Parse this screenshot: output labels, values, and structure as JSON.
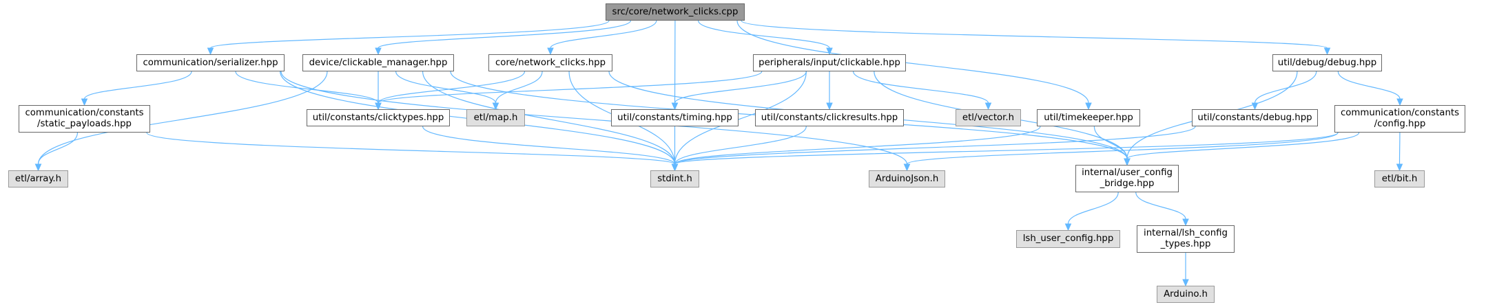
{
  "graph": {
    "title": "src/core/network_clicks.cpp include dependency graph",
    "colors": {
      "edge": "#63b8ff",
      "root_fill": "#999999",
      "node_fill": "#ffffff",
      "external_fill": "#e0e0e0",
      "node_border": "#666666"
    },
    "nodes": [
      {
        "id": "root",
        "label": "src/core/network_clicks.cpp",
        "kind": "root"
      },
      {
        "id": "serializer",
        "label": "communication/serializer.hpp",
        "kind": "file"
      },
      {
        "id": "clickable_manager",
        "label": "device/clickable_manager.hpp",
        "kind": "file"
      },
      {
        "id": "core_network_clicks",
        "label": "core/network_clicks.hpp",
        "kind": "file"
      },
      {
        "id": "clickable",
        "label": "peripherals/input/clickable.hpp",
        "kind": "file"
      },
      {
        "id": "debug",
        "label": "util/debug/debug.hpp",
        "kind": "file"
      },
      {
        "id": "static_payloads",
        "label": "communication/constants\n/static_payloads.hpp",
        "kind": "file"
      },
      {
        "id": "clicktypes",
        "label": "util/constants/clicktypes.hpp",
        "kind": "file"
      },
      {
        "id": "map",
        "label": "etl/map.h",
        "kind": "external"
      },
      {
        "id": "timing",
        "label": "util/constants/timing.hpp",
        "kind": "file"
      },
      {
        "id": "clickresults",
        "label": "util/constants/clickresults.hpp",
        "kind": "file"
      },
      {
        "id": "vector",
        "label": "etl/vector.h",
        "kind": "external"
      },
      {
        "id": "timekeeper",
        "label": "util/timekeeper.hpp",
        "kind": "file"
      },
      {
        "id": "constants_debug",
        "label": "util/constants/debug.hpp",
        "kind": "file"
      },
      {
        "id": "config",
        "label": "communication/constants\n/config.hpp",
        "kind": "file"
      },
      {
        "id": "array",
        "label": "etl/array.h",
        "kind": "external"
      },
      {
        "id": "stdint",
        "label": "stdint.h",
        "kind": "external"
      },
      {
        "id": "arduinojson",
        "label": "ArduinoJson.h",
        "kind": "external"
      },
      {
        "id": "bridge",
        "label": "internal/user_config\n_bridge.hpp",
        "kind": "file"
      },
      {
        "id": "bit",
        "label": "etl/bit.h",
        "kind": "external"
      },
      {
        "id": "lsh_user_config",
        "label": "lsh_user_config.hpp",
        "kind": "external"
      },
      {
        "id": "lsh_config_types",
        "label": "internal/lsh_config\n_types.hpp",
        "kind": "file"
      },
      {
        "id": "arduino",
        "label": "Arduino.h",
        "kind": "external"
      }
    ],
    "edges": [
      [
        "root",
        "serializer"
      ],
      [
        "root",
        "clickable_manager"
      ],
      [
        "root",
        "core_network_clicks"
      ],
      [
        "root",
        "timing"
      ],
      [
        "root",
        "clickable"
      ],
      [
        "root",
        "timekeeper"
      ],
      [
        "root",
        "debug"
      ],
      [
        "serializer",
        "static_payloads"
      ],
      [
        "serializer",
        "stdint"
      ],
      [
        "serializer",
        "arduinojson"
      ],
      [
        "serializer",
        "clicktypes"
      ],
      [
        "clickable_manager",
        "array"
      ],
      [
        "clickable_manager",
        "clicktypes"
      ],
      [
        "clickable_manager",
        "map"
      ],
      [
        "clickable_manager",
        "stdint"
      ],
      [
        "clickable_manager",
        "bridge"
      ],
      [
        "core_network_clicks",
        "clicktypes"
      ],
      [
        "core_network_clicks",
        "map"
      ],
      [
        "core_network_clicks",
        "stdint"
      ],
      [
        "core_network_clicks",
        "bridge"
      ],
      [
        "clickable",
        "clicktypes"
      ],
      [
        "clickable",
        "timing"
      ],
      [
        "clickable",
        "clickresults"
      ],
      [
        "clickable",
        "vector"
      ],
      [
        "clickable",
        "stdint"
      ],
      [
        "clickable",
        "bridge"
      ],
      [
        "debug",
        "constants_debug"
      ],
      [
        "debug",
        "config"
      ],
      [
        "debug",
        "bridge"
      ],
      [
        "static_payloads",
        "array"
      ],
      [
        "static_payloads",
        "stdint"
      ],
      [
        "clicktypes",
        "stdint"
      ],
      [
        "timing",
        "stdint"
      ],
      [
        "clickresults",
        "stdint"
      ],
      [
        "timekeeper",
        "stdint"
      ],
      [
        "timekeeper",
        "bridge"
      ],
      [
        "constants_debug",
        "stdint"
      ],
      [
        "config",
        "stdint"
      ],
      [
        "config",
        "arduinojson"
      ],
      [
        "config",
        "bridge"
      ],
      [
        "config",
        "bit"
      ],
      [
        "bridge",
        "lsh_user_config"
      ],
      [
        "bridge",
        "lsh_config_types"
      ],
      [
        "lsh_config_types",
        "arduino"
      ]
    ]
  }
}
